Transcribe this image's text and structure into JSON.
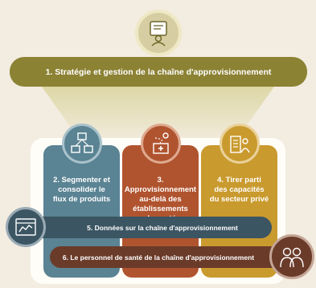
{
  "top": {
    "title": "1. Stratégie et gestion de la chaîne d'approvisionnement",
    "icon": "strategy-clipboard-person-icon"
  },
  "pillars": [
    {
      "label": "2. Segmenter et\nconsolider le\nflux de produits",
      "color": "#5a8393",
      "icon": "boxes-network-icon"
    },
    {
      "label": "3. Approvisionnement\nau-delà des\nétablissements\nde santé",
      "color": "#b0542f",
      "icon": "clinic-route-icon"
    },
    {
      "label": "4. Tirer parti\ndes capacités\ndu secteur privé",
      "color": "#c99a2e",
      "icon": "building-contract-icon"
    }
  ],
  "bars": [
    {
      "label": "5. Données sur la chaîne d'approvisionnement",
      "color": "#3c5563",
      "icon": "data-dashboard-icon"
    },
    {
      "label": "6. Le personnel de santé de la chaîne d'approvisionnement",
      "color": "#6b3b2a",
      "icon": "health-workers-icon"
    }
  ],
  "colors": {
    "background": "#f3ece0",
    "top_banner": "#8c8234",
    "funnel": "#e4dfb2"
  }
}
